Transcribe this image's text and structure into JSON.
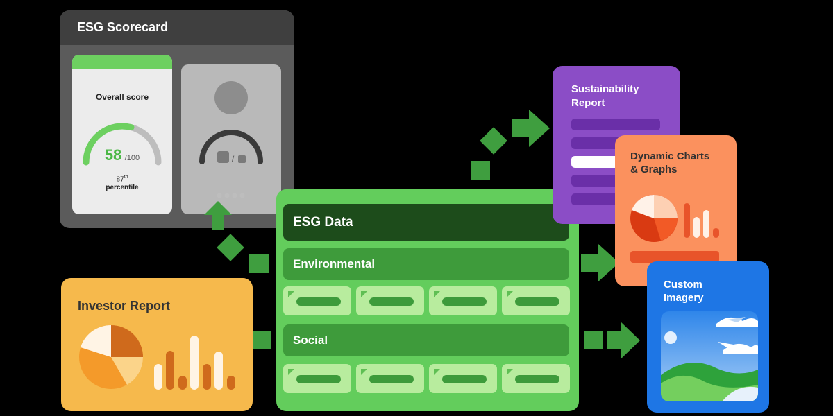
{
  "scorecard": {
    "title": "ESG Scorecard",
    "label": "Overall score",
    "score": "58",
    "score_max": "/100",
    "percentile_num": "87",
    "percentile_sup": "th",
    "percentile_label": "percentile",
    "gauge_fraction": 0.58
  },
  "esg_data": {
    "title": "ESG Data",
    "rows": [
      {
        "label": "Environmental"
      },
      {
        "label": "Social"
      }
    ]
  },
  "investor_report": {
    "title": "Investor Report"
  },
  "sustainability_report": {
    "title_line1": "Sustainability",
    "title_line2": "Report"
  },
  "dynamic_charts": {
    "title_line1": "Dynamic Charts",
    "title_line2": "& Graphs"
  },
  "custom_imagery": {
    "title_line1": "Custom",
    "title_line2": "Imagery"
  },
  "colors": {
    "arrow_green": "#3f9e3f",
    "esg_green": "#63cd5c",
    "investor_orange": "#f6b94c",
    "sustain_purple": "#8b4dc6",
    "dynamic_orange": "#fb915e",
    "imagery_blue": "#1e76e5"
  }
}
